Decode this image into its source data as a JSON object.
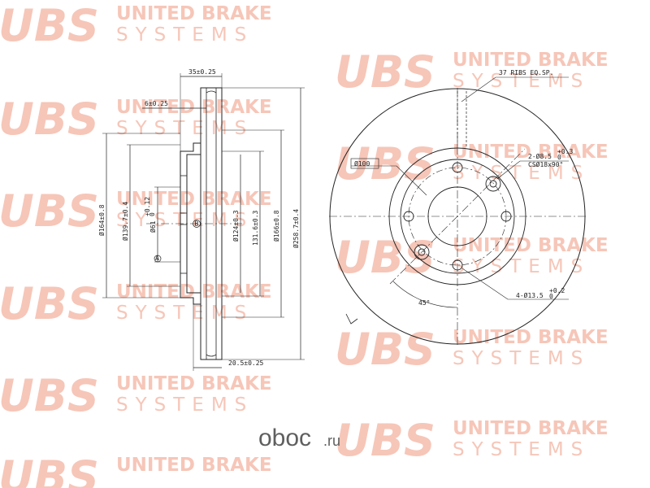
{
  "watermark": {
    "logo": "UBS",
    "line1": "UNITED BRAKE",
    "line2": "SYSTEMS"
  },
  "side_view": {
    "width_total": "35±0.25",
    "disc_thickness": "6±0.25",
    "hub_depth": "20.5±0.25",
    "d164": "Ø164±0.8",
    "d139": "Ø139.7±0.4",
    "d61": "Ø61",
    "d61_tol": "+0.12",
    "d61_tol2": "0",
    "d124": "Ø124±0.3",
    "d131": "131.6±0.3",
    "d166": "Ø166±0.8",
    "d258": "Ø258.7±0.4",
    "datum_a": "A",
    "marker_b": "B"
  },
  "front_view": {
    "ribs": "37 RIBS EQ.SP.",
    "pcd": "Ø100",
    "holes2": "2-Ø8.5",
    "holes2_tol": "+0.3",
    "holes2_tol2": "0",
    "countersink": "CSØ18x90°",
    "angle": "45°",
    "holes4": "4-Ø13.5",
    "holes4_tol": "+0.2",
    "holes4_tol2": "0"
  },
  "footer": {
    "logo_text": "oboc",
    "logo_domain": ".ru"
  }
}
